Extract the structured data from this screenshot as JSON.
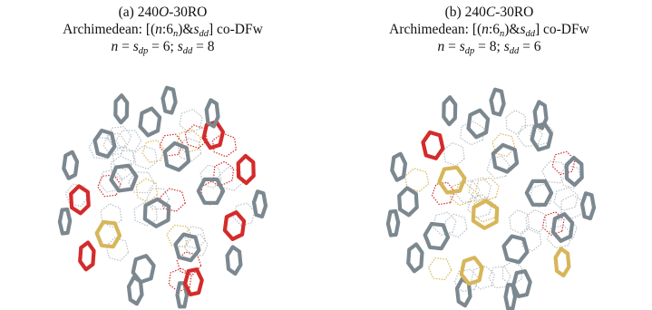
{
  "panels": [
    {
      "label": "(a) 240",
      "label_italic": "O",
      "label_suffix": "-30RO",
      "line2_prefix": "Archimedean: [(",
      "line2_n": "n",
      "line2_mid": ":6",
      "line2_sub_n": "n",
      "line2_amp": ")&",
      "line2_s": "s",
      "line2_sub_dd": "dd",
      "line2_suffix": "] co-DFw",
      "line3_n": "n",
      "line3_eq1": " = ",
      "line3_s1": "s",
      "line3_sub1": "dp",
      "line3_val1": " = 6; ",
      "line3_s2": "s",
      "line3_sub2": "dd",
      "line3_val2": " = 8"
    },
    {
      "label": "(b) 240",
      "label_italic": "C",
      "label_suffix": "-30RO",
      "line2_prefix": "Archimedean: [(",
      "line2_n": "n",
      "line2_mid": ":6",
      "line2_sub_n": "n",
      "line2_amp": ")&",
      "line2_s": "s",
      "line2_sub_dd": "dd",
      "line2_suffix": "] co-DFw",
      "line3_n": "n",
      "line3_eq1": " = ",
      "line3_s1": "s",
      "line3_sub1": "dp",
      "line3_val1": " = 8; ",
      "line3_s2": "s",
      "line3_sub2": "dd",
      "line3_val2": " = 6"
    }
  ],
  "colors": {
    "gray_ring": "#7c8890",
    "red_ring": "#d42b2b",
    "gold_ring": "#d7b65a",
    "faint": "#b9c0c5"
  }
}
